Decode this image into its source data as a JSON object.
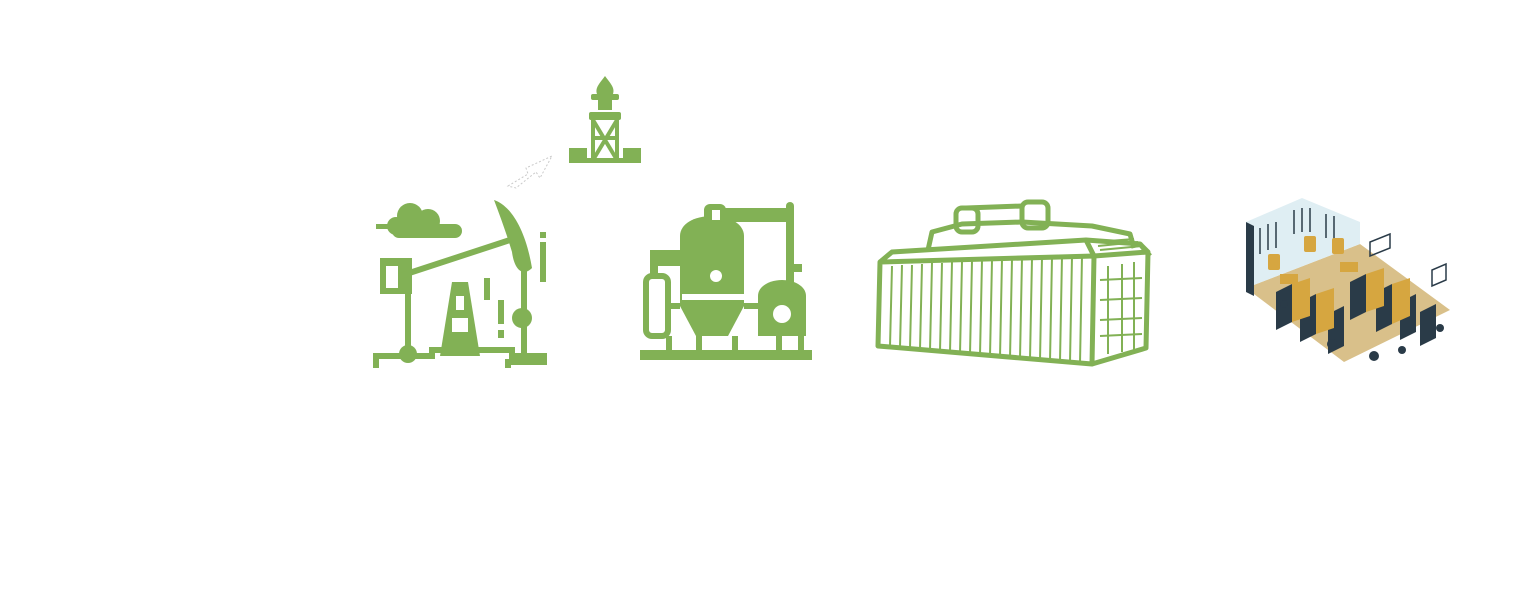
{
  "diagram": {
    "nodes": [
      {
        "id": "flare",
        "icon": "gas-flare-tower-icon"
      },
      {
        "id": "oil-pump",
        "icon": "oil-pumpjack-icon"
      },
      {
        "id": "gas-separator",
        "icon": "gas-processing-unit-icon"
      },
      {
        "id": "container",
        "icon": "shipping-container-icon"
      },
      {
        "id": "mining-farm",
        "icon": "bitcoin-mining-farm-icon"
      }
    ],
    "edges": [
      {
        "from": "oil-pump",
        "to": "flare",
        "style": "dotted-arrow"
      }
    ]
  },
  "colors": {
    "icon_green": "#82b155",
    "arrow_outline": "#c9c9c9",
    "floor_tan": "#d9c08a",
    "server_dark": "#2a3b48",
    "wall_light": "#dfeef3",
    "bitcoin_gold": "#d6a640"
  }
}
